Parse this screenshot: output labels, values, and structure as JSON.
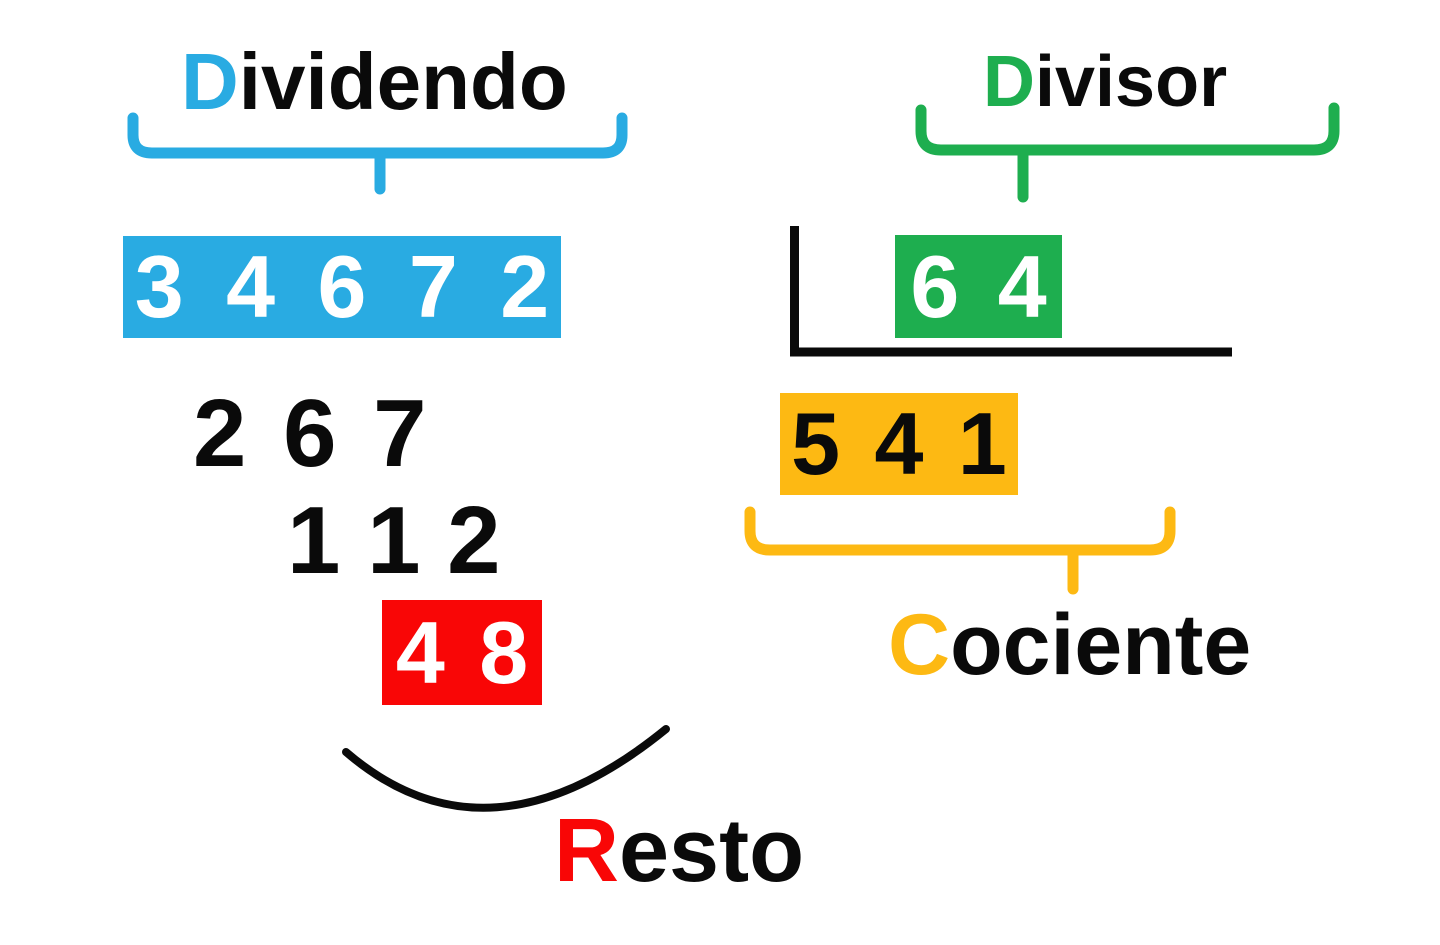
{
  "colors": {
    "dividend_blue": "#29ABE2",
    "divisor_green": "#1EAE4F",
    "quotient_yellow": "#FDB913",
    "remainder_red": "#F90606",
    "text_black": "#0a0a0a",
    "background": "#ffffff"
  },
  "labels": {
    "dividend": {
      "initial": "D",
      "rest": "ividendo"
    },
    "divisor": {
      "initial": "D",
      "rest": "ivisor"
    },
    "quotient": {
      "initial": "C",
      "rest": "ociente"
    },
    "remainder": {
      "initial": "R",
      "rest": "esto"
    }
  },
  "numbers": {
    "dividend": "3 4 6 7 2",
    "divisor": "6 4",
    "quotient": "5 4 1",
    "partial_remainder_1": "2 6 7",
    "partial_remainder_2": "1 1 2",
    "remainder": "4 8"
  }
}
